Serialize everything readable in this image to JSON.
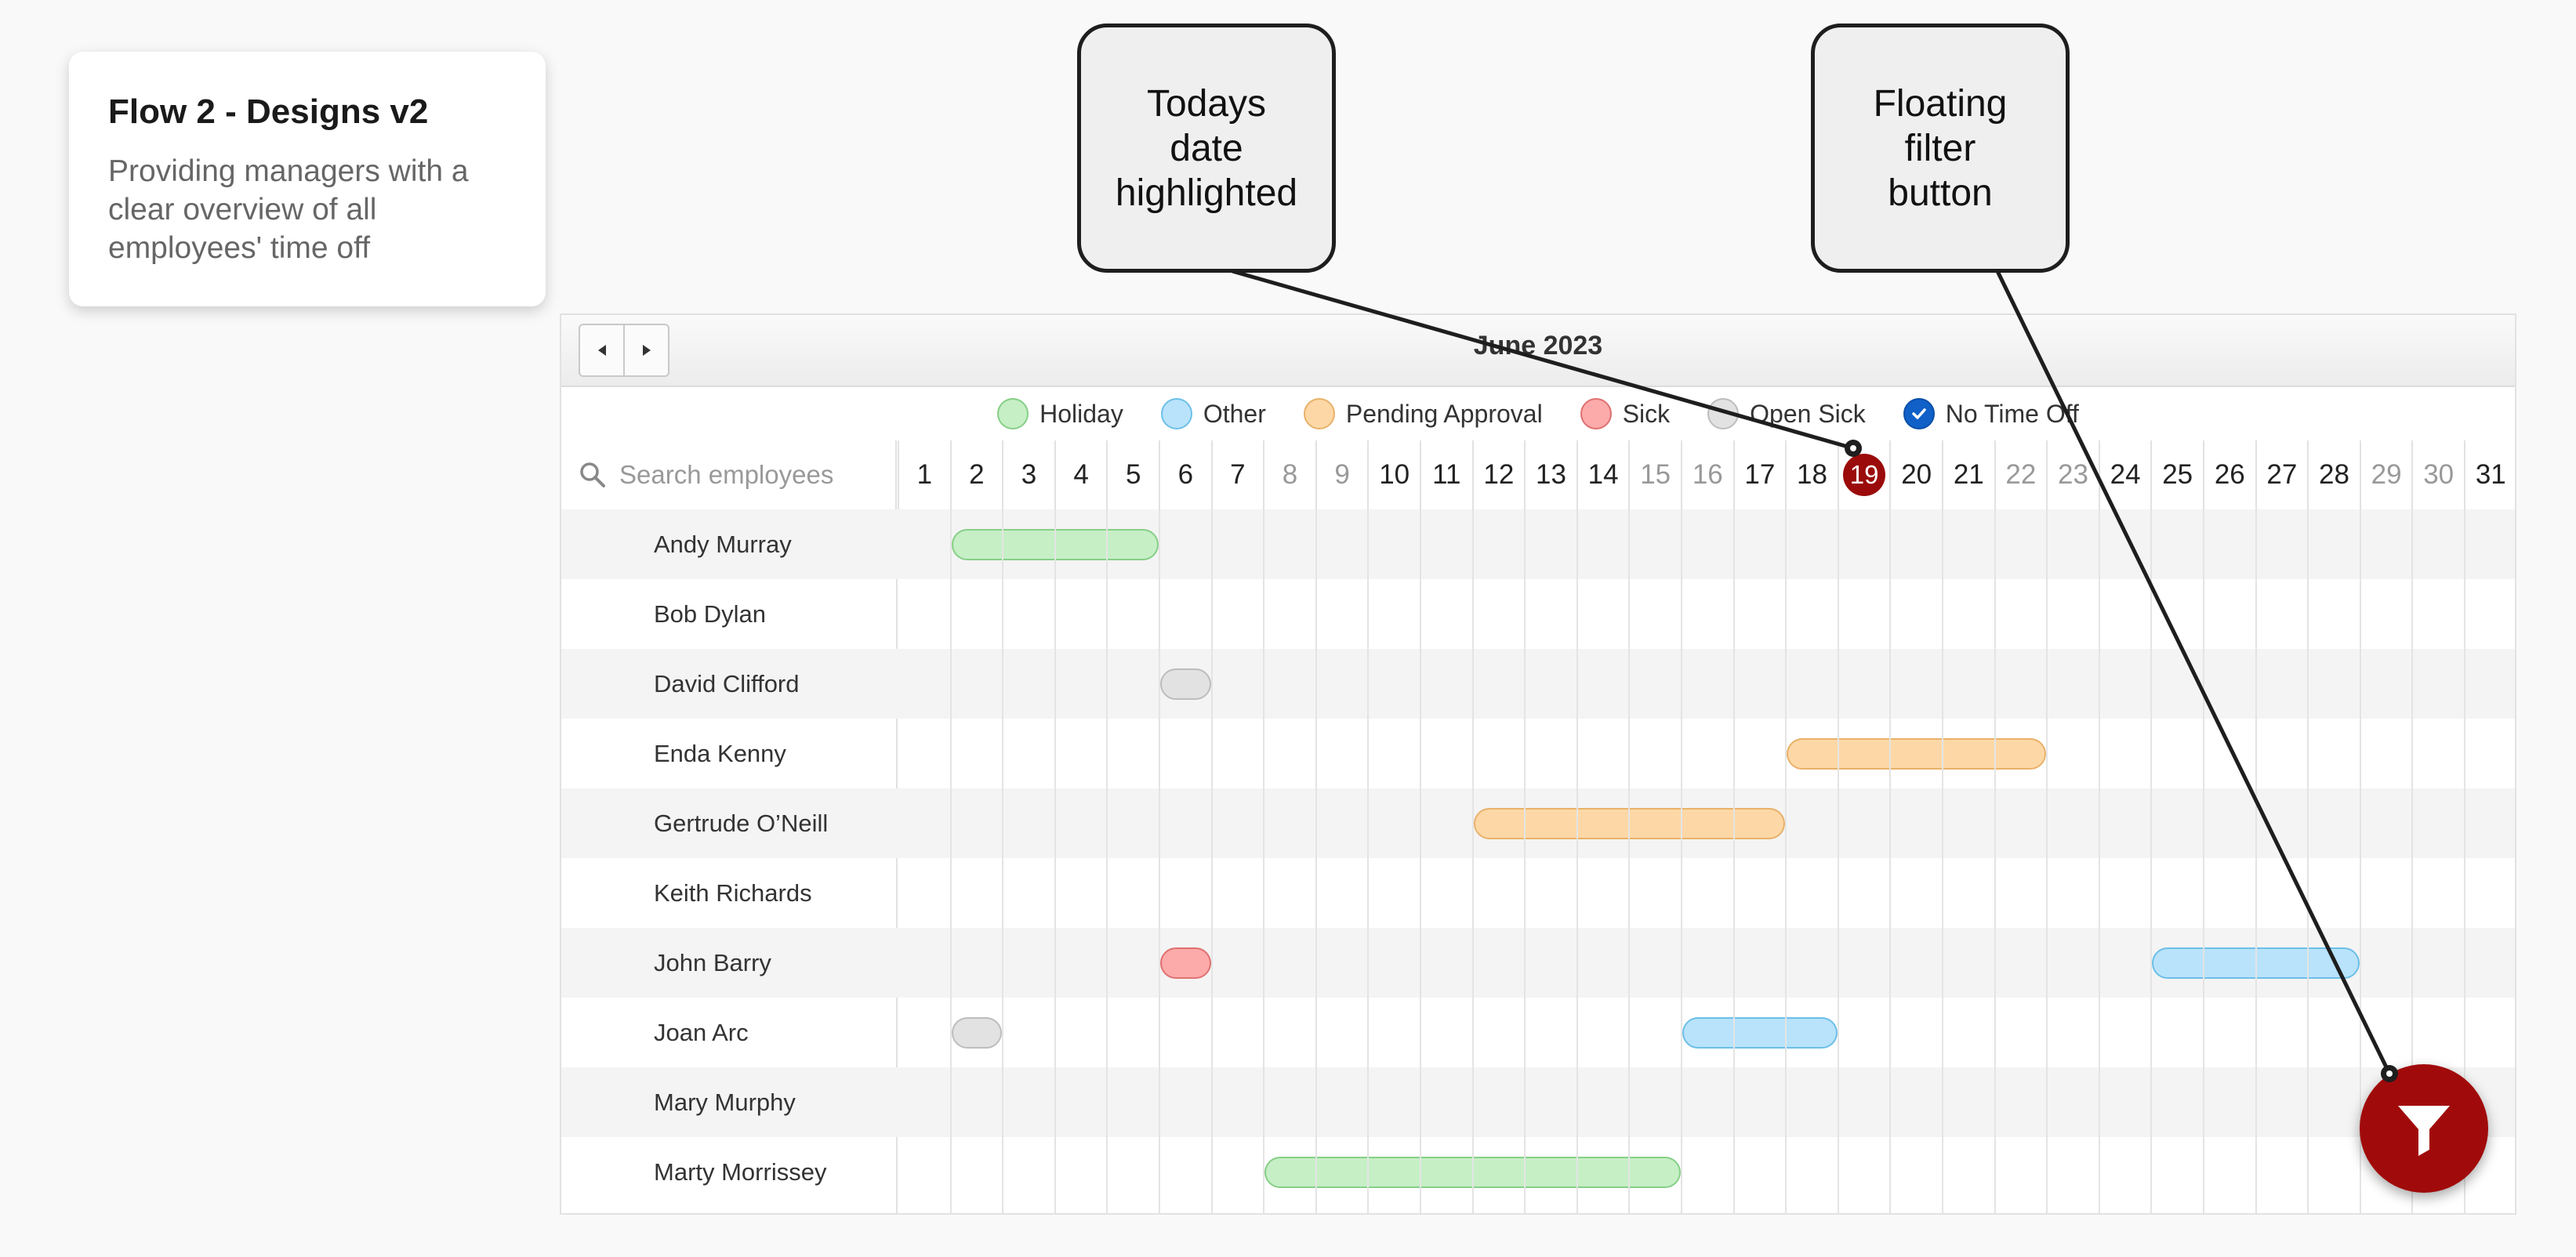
{
  "info_card": {
    "title": "Flow 2 - Designs v2",
    "description": "Providing managers with a clear overview of all employees' time off"
  },
  "callouts": [
    {
      "lines": [
        "Todays",
        "date",
        "highlighted"
      ]
    },
    {
      "lines": [
        "Floating",
        "filter",
        "button"
      ]
    }
  ],
  "calendar": {
    "month": "June 2023",
    "today": 19,
    "search_placeholder": "Search employees",
    "legend": [
      {
        "label": "Holiday",
        "type": "holiday"
      },
      {
        "label": "Other",
        "type": "other"
      },
      {
        "label": "Pending Approval",
        "type": "pending"
      },
      {
        "label": "Sick",
        "type": "sick"
      },
      {
        "label": "Open Sick",
        "type": "opensick"
      },
      {
        "label": "No Time Off",
        "type": "check"
      }
    ],
    "days": [
      1,
      2,
      3,
      4,
      5,
      6,
      7,
      8,
      9,
      10,
      11,
      12,
      13,
      14,
      15,
      16,
      17,
      18,
      19,
      20,
      21,
      22,
      23,
      24,
      25,
      26,
      27,
      28,
      29,
      30,
      31
    ],
    "weekend_days": [
      8,
      9,
      15,
      16,
      22,
      23,
      29,
      30
    ],
    "employees": [
      {
        "name": "Andy Murray",
        "absences": [
          {
            "type": "holiday",
            "start": 2,
            "end": 5
          }
        ]
      },
      {
        "name": "Bob Dylan",
        "absences": []
      },
      {
        "name": "David Clifford",
        "absences": [
          {
            "type": "opensick",
            "start": 6,
            "end": 6
          }
        ]
      },
      {
        "name": "Enda Kenny",
        "absences": [
          {
            "type": "pending",
            "start": 18,
            "end": 22
          }
        ]
      },
      {
        "name": "Gertrude O’Neill",
        "absences": [
          {
            "type": "pending",
            "start": 12,
            "end": 17
          }
        ]
      },
      {
        "name": "Keith Richards",
        "absences": []
      },
      {
        "name": "John Barry",
        "absences": [
          {
            "type": "sick",
            "start": 6,
            "end": 6
          },
          {
            "type": "other",
            "start": 25,
            "end": 28
          }
        ]
      },
      {
        "name": "Joan Arc",
        "absences": [
          {
            "type": "opensick",
            "start": 2,
            "end": 2
          },
          {
            "type": "other",
            "start": 16,
            "end": 18
          }
        ]
      },
      {
        "name": "Mary Murphy",
        "absences": []
      },
      {
        "name": "Marty Morrissey",
        "absences": [
          {
            "type": "holiday",
            "start": 8,
            "end": 15
          }
        ]
      }
    ]
  },
  "fab": {
    "icon": "filter-icon"
  }
}
